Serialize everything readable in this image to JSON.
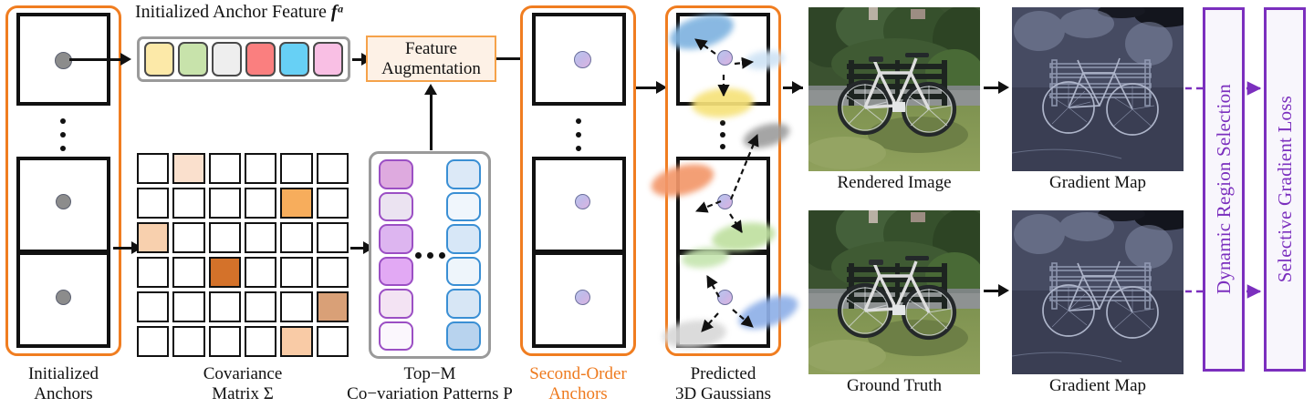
{
  "figure": {
    "header_label": "Initialized Anchor Feature",
    "header_symbol": "fᵃ"
  },
  "stages": {
    "initialized_anchors": {
      "caption_line1": "Initialized",
      "caption_line2": "Anchors",
      "anchor_dot_color": "#8c8c8c",
      "frame_color": "#f07d20",
      "box_count": 3
    },
    "anchor_feature": {
      "cells": [
        {
          "name": "feature-cell-1",
          "color": "#fce9a8"
        },
        {
          "name": "feature-cell-2",
          "color": "#c8e3ab"
        },
        {
          "name": "feature-cell-3",
          "color": "#eeeeee"
        },
        {
          "name": "feature-cell-4",
          "color": "#fa7f7f"
        },
        {
          "name": "feature-cell-5",
          "color": "#67d0f5"
        },
        {
          "name": "feature-cell-6",
          "color": "#f9bfe4"
        }
      ]
    },
    "feature_augmentation": {
      "line1": "Feature",
      "line2": "Augmentation",
      "border_color": "#f5a24a",
      "fill_color": "#fdf1e6"
    },
    "covariance_matrix": {
      "caption_line1": "Covariance",
      "caption_line2": "Matrix Σ",
      "rows": 6,
      "cols": 6,
      "highlights": [
        {
          "row": 0,
          "col": 1,
          "color": "#fae0cd"
        },
        {
          "row": 1,
          "col": 4,
          "color": "#f7ad5c"
        },
        {
          "row": 2,
          "col": 0,
          "color": "#f8d0ae"
        },
        {
          "row": 3,
          "col": 2,
          "color": "#d4722a"
        },
        {
          "row": 4,
          "col": 5,
          "color": "#d9a077"
        },
        {
          "row": 5,
          "col": 4,
          "color": "#f9cba6"
        }
      ]
    },
    "top_m_patterns": {
      "caption_line1": "Top−M",
      "caption_line2": "Co−variation Patterns P",
      "violet_column": [
        "#deaadf",
        "#ebe3f1",
        "#ddb5f0",
        "#e2a9f4",
        "#f3e3f3",
        "#fbf7fd"
      ],
      "blue_column": [
        "#dce9f7",
        "#f0f6fc",
        "#d7e7f7",
        "#eef5fb",
        "#d7e6f5",
        "#b8d3ee"
      ],
      "ellipsis": "•••"
    },
    "second_order_anchors": {
      "caption_line1": "Second-Order",
      "caption_line2": "Anchors",
      "caption_color": "#ee7a1e",
      "box_count": 3
    },
    "predicted_gaussians": {
      "caption_line1": "Predicted",
      "caption_line2": "3D Gaussians",
      "blob_colors": [
        "#7fb3e0",
        "#cfe3f5",
        "#f6e27a",
        "#9e9e9e",
        "#f3976a",
        "#bfe0a0",
        "#c6e5b0",
        "#8fb0e8",
        "#d8d8d8"
      ]
    },
    "rendered_image": {
      "caption": "Rendered Image"
    },
    "gradient_map_top": {
      "caption": "Gradient Map"
    },
    "ground_truth": {
      "caption": "Ground Truth"
    },
    "gradient_map_bottom": {
      "caption": "Gradient Map"
    },
    "dynamic_region_selection": {
      "label": "Dynamic Region Selection",
      "color": "#7b2fbe"
    },
    "selective_gradient_loss": {
      "label": "Selective Gradient Loss",
      "color": "#7b2fbe"
    }
  }
}
